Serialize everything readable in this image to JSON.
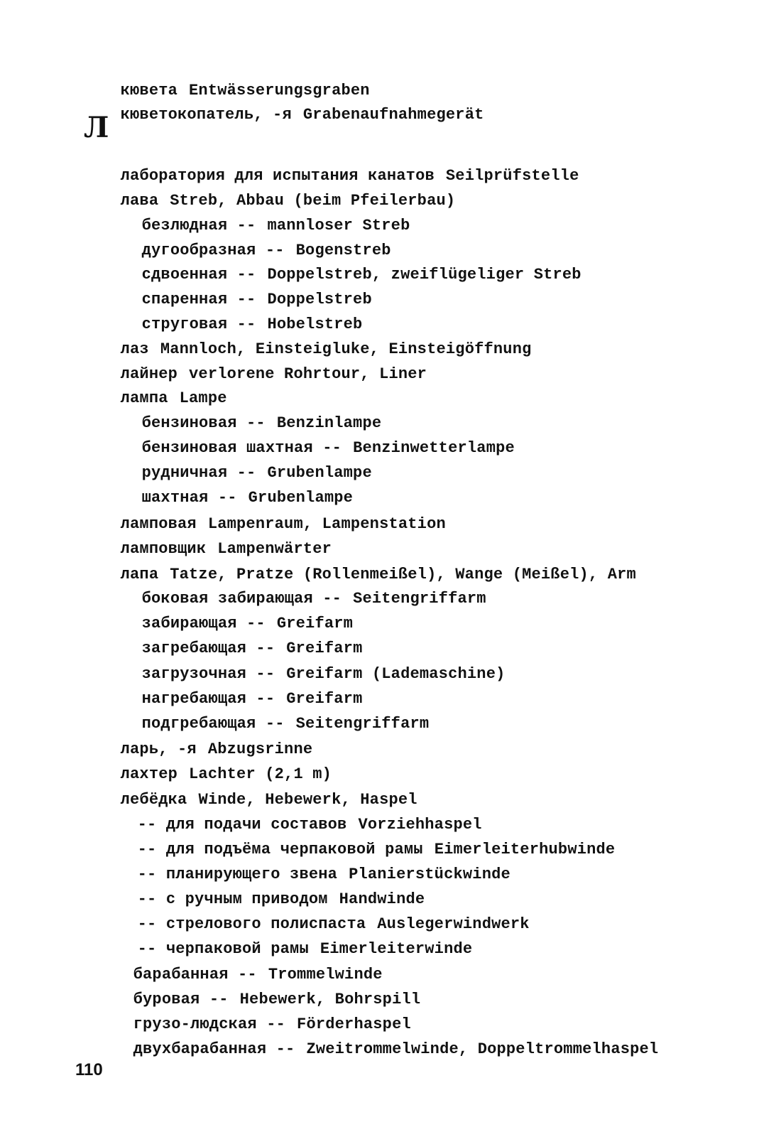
{
  "page": {
    "section_letter": "Л",
    "page_number": "110",
    "entries": [
      {
        "term": "кювета",
        "translation": "Entwässerungsgraben"
      },
      {
        "term": "кюветокопатель, -я",
        "translation": "Grabenaufnahmegerät"
      },
      {
        "term": "лаборатория для испытания канатов",
        "translation": "Seilprüfstelle"
      },
      {
        "term": "лава",
        "translation": "Streb, Abbau (beim Pfeilerbau)"
      },
      {
        "term": "безлюдная --",
        "translation": "mannloser Streb"
      },
      {
        "term": "дугообразная --",
        "translation": "Bogenstreb"
      },
      {
        "term": "сдвоенная --",
        "translation": "Doppelstreb, zweiflügeliger Streb"
      },
      {
        "term": "спаренная --",
        "translation": "Doppelstreb"
      },
      {
        "term": "струговая --",
        "translation": "Hobelstreb"
      },
      {
        "term": "лаз",
        "translation": "Mannloch, Einsteigluke, Einsteigöffnung"
      },
      {
        "term": "лайнер",
        "translation": "verlorene Rohrtour, Liner"
      },
      {
        "term": "лампа",
        "translation": "Lampe"
      },
      {
        "term": "бензиновая --",
        "translation": "Benzinlampe"
      },
      {
        "term": "бензиновая шахтная --",
        "translation": "Benzinwetterlampe"
      },
      {
        "term": "рудничная --",
        "translation": "Grubenlampe"
      },
      {
        "term": "шахтная --",
        "translation": "Grubenlampe"
      },
      {
        "term": "ламповая",
        "translation": "Lampenraum, Lampenstation"
      },
      {
        "term": "ламповщик",
        "translation": "Lampenwärter"
      },
      {
        "term": "лапа",
        "translation": "Tatze, Pratze (Rollenmeißel), Wange (Meißel), Arm"
      },
      {
        "term": "боковая забирающая --",
        "translation": "Seitengriffarm"
      },
      {
        "term": "забирающая --",
        "translation": "Greifarm"
      },
      {
        "term": "загребающая --",
        "translation": "Greifarm"
      },
      {
        "term": "загрузочная --",
        "translation": "Greifarm (Lademaschine)"
      },
      {
        "term": "нагребающая --",
        "translation": "Greifarm"
      },
      {
        "term": "подгребающая --",
        "translation": "Seitengriffarm"
      },
      {
        "term": "ларь, -я",
        "translation": "Abzugsrinne"
      },
      {
        "term": "лахтер",
        "translation": "Lachter (2,1 m)"
      },
      {
        "term": "лебёдка",
        "translation": "Winde, Hebewerk, Haspel"
      },
      {
        "term": "-- для подачи составов",
        "translation": "Vorziehhaspel"
      },
      {
        "term": "-- для подъёма черпаковой рамы",
        "translation": "Eimerleiterhubwinde"
      },
      {
        "term": "-- планирующего звена",
        "translation": "Planierstückwinde"
      },
      {
        "term": "-- с ручным приводом",
        "translation": "Handwinde"
      },
      {
        "term": "-- стрелового полиспаста",
        "translation": "Auslegerwindwerk"
      },
      {
        "term": "-- черпаковой рамы",
        "translation": "Eimerleiterwinde"
      },
      {
        "term": "барабанная --",
        "translation": "Trommelwinde"
      },
      {
        "term": "буровая --",
        "translation": "Hebewerk, Bohrspill"
      },
      {
        "term": "грузо-людская --",
        "translation": "Förderhaspel"
      },
      {
        "term": "двухбарабанная --",
        "translation": "Zweitrommelwinde, Doppeltrommelhaspel"
      }
    ]
  }
}
